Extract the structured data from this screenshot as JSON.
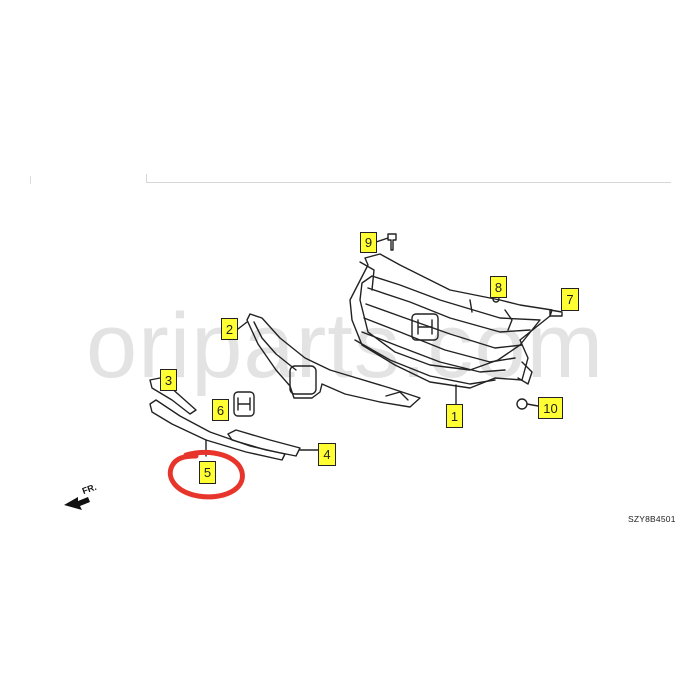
{
  "watermark": "oriparts.com",
  "diagram_code": "SZY8B4501",
  "direction_label": "FR.",
  "callouts": [
    {
      "id": "1",
      "part": "front-grille-base"
    },
    {
      "id": "2",
      "part": "upper-grille-molding"
    },
    {
      "id": "3",
      "part": "left-lower-molding"
    },
    {
      "id": "4",
      "part": "right-lower-molding"
    },
    {
      "id": "5",
      "part": "center-lower-molding",
      "highlighted": true
    },
    {
      "id": "6",
      "part": "front-emblem"
    },
    {
      "id": "7",
      "part": "side-screw"
    },
    {
      "id": "8",
      "part": "clip"
    },
    {
      "id": "9",
      "part": "top-bolt"
    },
    {
      "id": "10",
      "part": "lower-bolt"
    }
  ],
  "colors": {
    "callout_fill": "#ffff33",
    "highlight_circle": "#e8352b",
    "line": "#222222"
  }
}
